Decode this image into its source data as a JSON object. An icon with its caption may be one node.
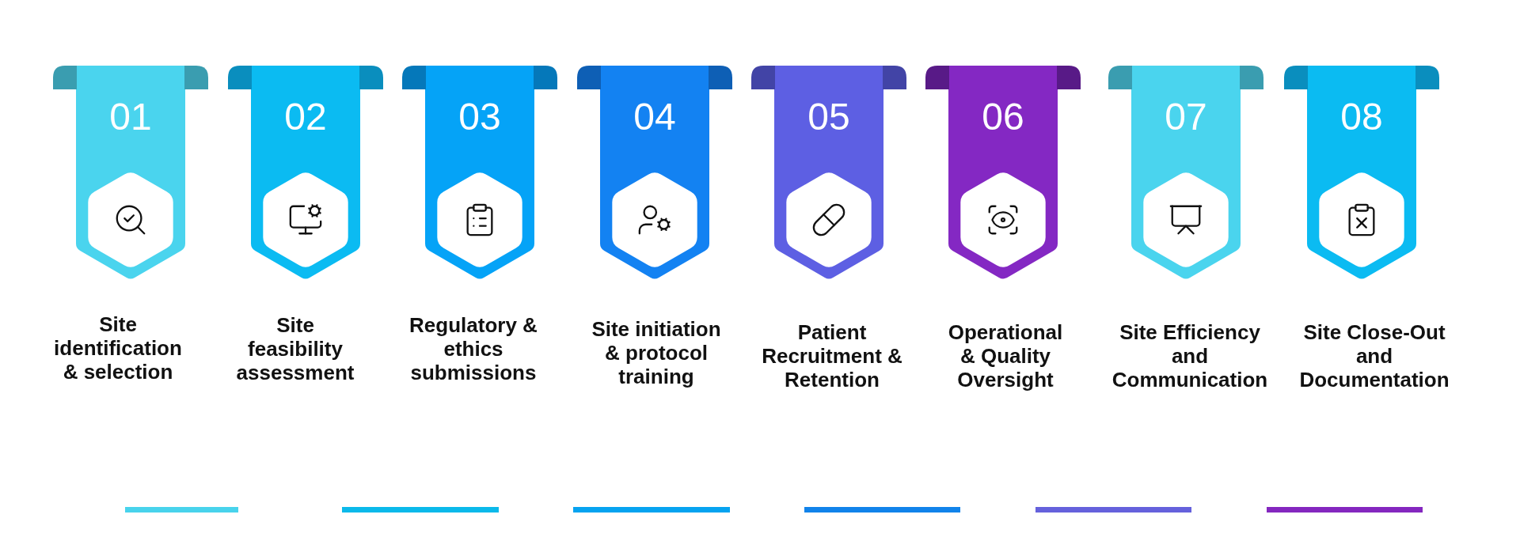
{
  "diagram": {
    "nodes": [
      {
        "text": [
          "01"
        ],
        "beside": [
          "Site identification & selection"
        ]
      },
      {
        "text": [
          "02"
        ],
        "beside": [
          "Site feasibility assessment"
        ]
      },
      {
        "text": [
          "03"
        ],
        "beside": [
          "Regulatory & ethics submissions"
        ]
      },
      {
        "text": [
          "04"
        ],
        "beside": [
          "Site initiation & protocol training"
        ]
      },
      {
        "text": [
          "05"
        ],
        "beside": [
          "Patient Recruitment & Retention"
        ]
      },
      {
        "text": [
          "06"
        ],
        "beside": [
          "Operational & Quality Oversight"
        ]
      },
      {
        "text": [
          "07"
        ],
        "beside": [
          "Site Efficiency and Communication"
        ]
      },
      {
        "text": [
          "08"
        ],
        "beside": [
          "Site Close-Out and Documentation"
        ]
      }
    ]
  }
}
